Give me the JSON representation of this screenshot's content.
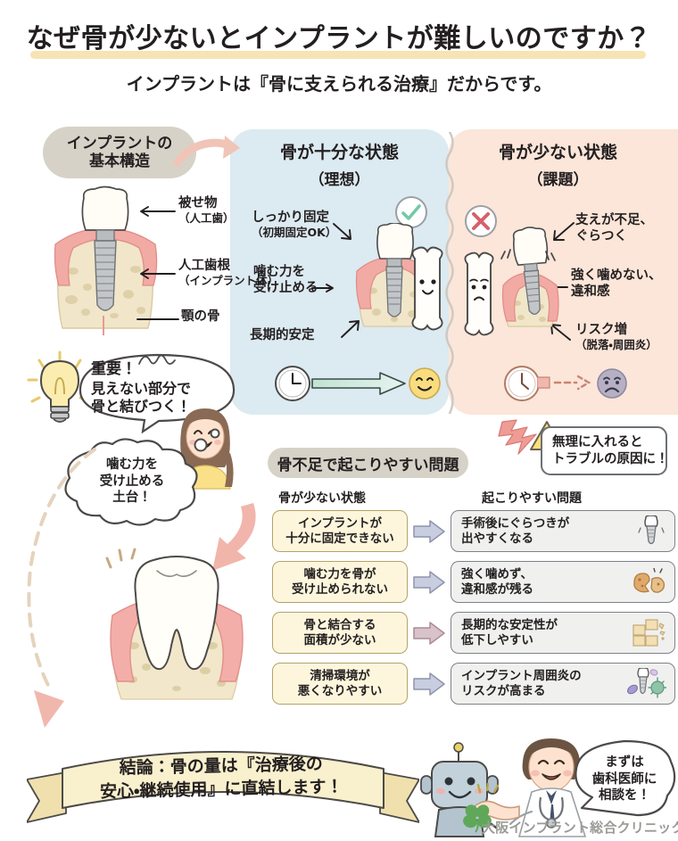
{
  "header": {
    "title": "なぜ骨が少ないとインプラントが難しいのですか？",
    "subtitle": "インプラントは『骨に支えられる治療』だからです。"
  },
  "structure": {
    "badge_line1": "インプラントの",
    "badge_line2": "基本構造",
    "labels": [
      {
        "main": "被せ物",
        "sub": "（人工歯）"
      },
      {
        "main": "人工歯根",
        "sub": "（インプラント体）"
      },
      {
        "main": "顎の骨",
        "sub": ""
      }
    ]
  },
  "panel_good": {
    "title": "骨が十分な状態",
    "subtitle": "（理想）",
    "check_icon": "check-circle-icon",
    "annotations": [
      {
        "main": "しっかり固定",
        "sub": "（初期固定OK）"
      },
      {
        "main": "噛む力を",
        "sub": "受け止める"
      },
      {
        "main": "長期的安定",
        "sub": ""
      }
    ],
    "timeline": {
      "clock_icon": "clock-icon",
      "arrow_icon": "right-arrow-icon",
      "face_icon": "smiling-face-icon"
    }
  },
  "panel_bad": {
    "title": "骨が少ない状態",
    "subtitle": "（課題）",
    "cross_icon": "cross-circle-icon",
    "annotations": [
      {
        "main": "支えが不足、",
        "sub": "ぐらつく"
      },
      {
        "main": "強く噛めない、",
        "sub": "違和感"
      },
      {
        "main": "リスク増",
        "sub": "（脱落・周囲炎）"
      }
    ],
    "timeline": {
      "clock_icon": "clock-icon",
      "arrow_icon": "broken-arrow-icon",
      "face_icon": "sad-face-icon"
    }
  },
  "warning_callout": {
    "icon": "warning-triangle-icon",
    "line1": "無理に入れると",
    "line2": "トラブルの原因に！"
  },
  "lightbulb_callout": {
    "icon": "lightbulb-icon",
    "line1": "重要！",
    "line2": "見えない部分で",
    "line3": "骨と結びつく！"
  },
  "thought_bubble": {
    "line1": "噛む力を",
    "line2": "受け止める",
    "line3": "土台！"
  },
  "problems": {
    "badge": "骨不足で起こりやすい問題",
    "col_a_header": "骨が少ない状態",
    "col_b_header": "起こりやすい問題",
    "rows": [
      {
        "cause_l1": "インプラントが",
        "cause_l2": "十分に固定できない",
        "effect_l1": "手術後にぐらつきが",
        "effect_l2": "出やすくなる",
        "effect_icon": "implant-screw-icon",
        "arrow_color": "#c9cde0"
      },
      {
        "cause_l1": "噛む力を骨が",
        "cause_l2": "受け止められない",
        "effect_l1": "強く噛めず、",
        "effect_l2": "違和感が残る",
        "effect_icon": "broken-cookie-icon",
        "arrow_color": "#c9cde0"
      },
      {
        "cause_l1": "骨と結合する",
        "cause_l2": "面積が少ない",
        "effect_l1": "長期的な安定性が",
        "effect_l2": "低下しやすい",
        "effect_icon": "crumbling-blocks-icon",
        "arrow_color": "#d9c3ca"
      },
      {
        "cause_l1": "清掃環境が",
        "cause_l2": "悪くなりやすい",
        "effect_l1": "インプラント周囲炎の",
        "effect_l2": "リスクが高まる",
        "effect_icon": "bacteria-icon",
        "arrow_color": "#c9cde0"
      }
    ]
  },
  "ribbon": {
    "line1": "結論：骨の量は『治療後の",
    "line2": "安心・継続使用』に直結します！"
  },
  "doctor_bubble": {
    "line1": "まずは",
    "line2": "歯科医師に",
    "line3": "相談を！"
  },
  "footer": {
    "clinic_name": "大阪インプラント総合クリニック",
    "robot_icon": "robot-icon",
    "doctor_icon": "doctor-icon",
    "handshake_icon": "handshake-icon",
    "clover_icon": "clover-icon"
  },
  "colors": {
    "title_highlight": "#f7e2b0",
    "panel_good_bg": "#dceaf1",
    "panel_bad_bg": "#fbe6d9",
    "badge_bg": "#d7d2c7",
    "cause_box_bg": "#fdf6dd",
    "effect_box_bg": "#f0f0ef",
    "ribbon_bg": "#f7edc9",
    "arrow_pink": "#f0b8ac"
  }
}
